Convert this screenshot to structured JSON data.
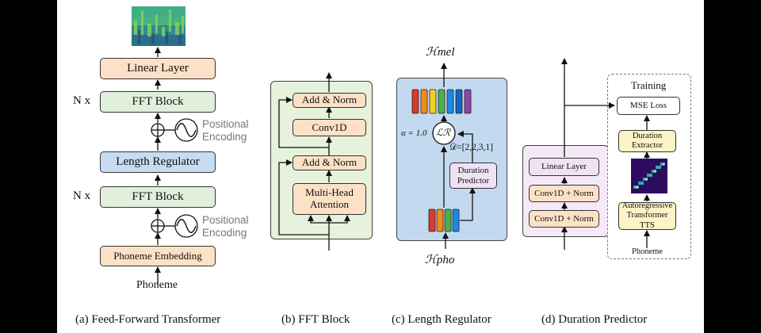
{
  "panel_a": {
    "linear_layer": "Linear Layer",
    "nx_top": "N x",
    "fft_block_top": "FFT Block",
    "positional_encoding_top": [
      "Positional",
      "Encoding"
    ],
    "length_regulator": "Length Regulator",
    "nx_bottom": "N x",
    "fft_block_bottom": "FFT Block",
    "positional_encoding_bottom": [
      "Positional",
      "Encoding"
    ],
    "phoneme_embedding": "Phoneme Embedding",
    "phoneme_input": "Phoneme",
    "caption": "(a) Feed-Forward Transformer"
  },
  "panel_b": {
    "add_norm_top": "Add & Norm",
    "conv1d": "Conv1D",
    "add_norm_bottom": "Add & Norm",
    "multi_head_attention": "Multi-Head Attention",
    "caption": "(b) FFT Block"
  },
  "panel_c": {
    "h_mel": "ℋmel",
    "h_pho": "ℋpho",
    "alpha_label": "α = 1.0",
    "lr_symbol": "ℒℛ",
    "duration_label": "𝒟=[2,2,3,1]",
    "duration_predictor": "Duration Predictor",
    "caption": "(c) Length Regulator"
  },
  "panel_d": {
    "training_label": "Training",
    "mse_loss": "MSE Loss",
    "duration_extractor": "Duration Extractor",
    "autoregressive_tts": "Autoregressive Transformer TTS",
    "phoneme_input": "Phoneme",
    "linear_layer": "Linear Layer",
    "conv_norm_top": "Conv1D + Norm",
    "conv_norm_bottom": "Conv1D + Norm",
    "caption": "(d) Duration Predictor"
  },
  "colors": {
    "peach": "#fce1c6",
    "mint": "#e1f0dc",
    "blue": "#c5dcf1",
    "lavender": "#efe2f3",
    "yellow": "#fdf3c6",
    "region_green": "#e6f2dc",
    "region_blue": "#c3d9ef",
    "region_purple": "#f5e8f7",
    "sequence_bars": [
      "#d93a2b",
      "#f08a1c",
      "#f2cf24",
      "#4caf50",
      "#1e88e5",
      "#1565c0",
      "#8e44ad"
    ]
  }
}
